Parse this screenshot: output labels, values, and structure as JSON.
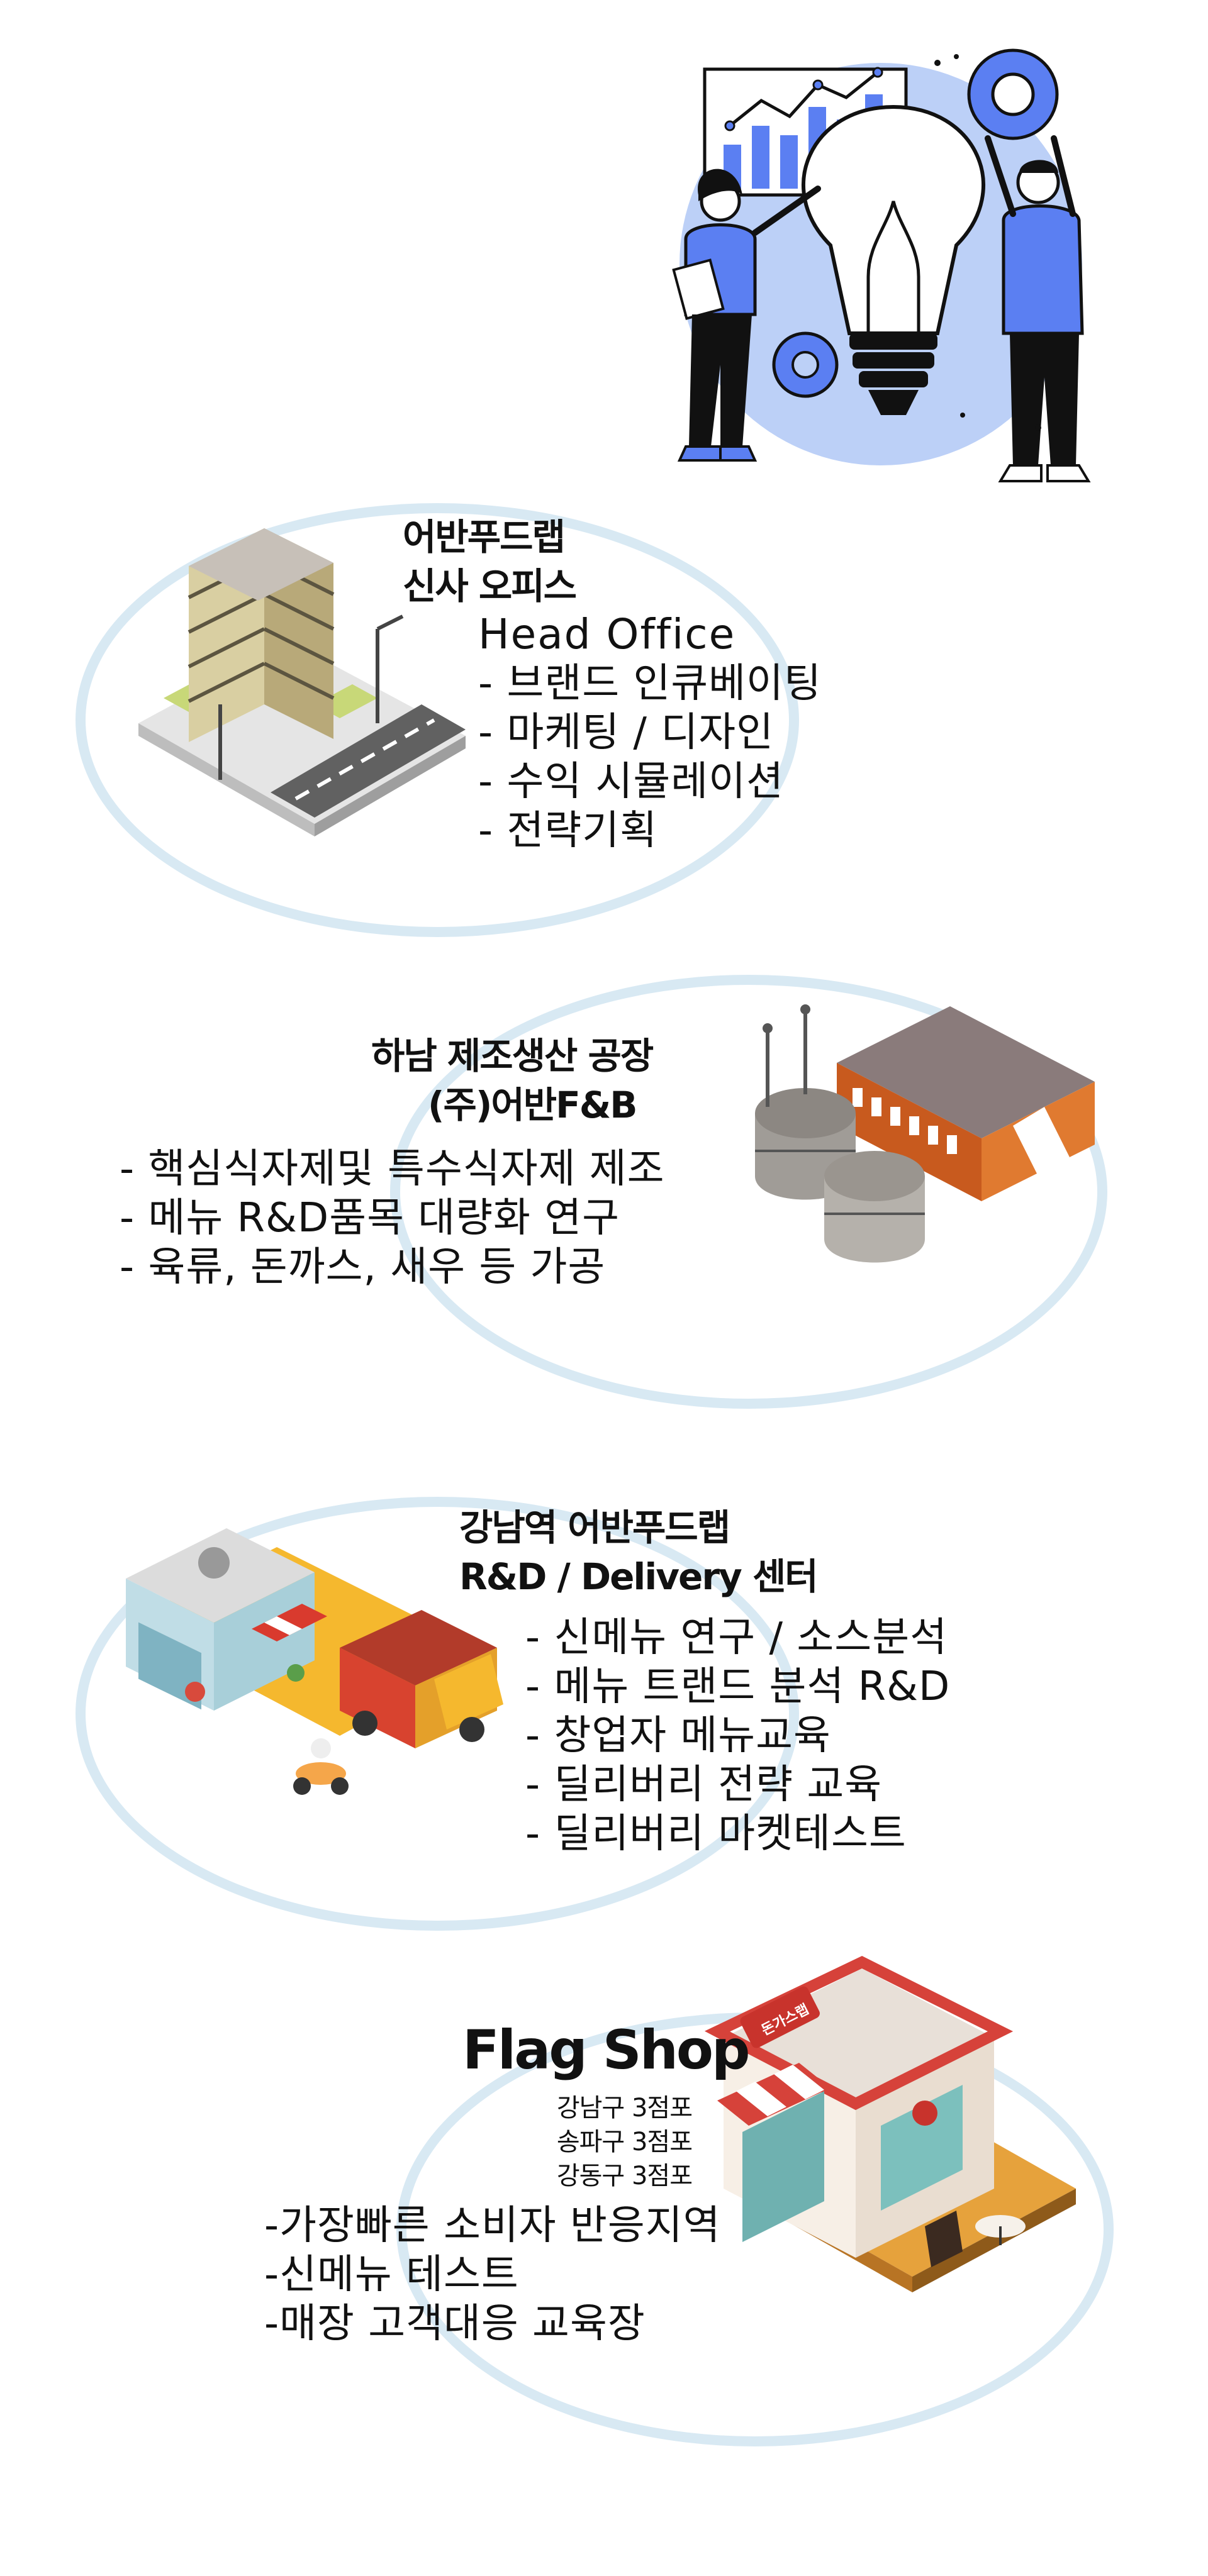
{
  "hero": {
    "illustration": "innovation-idea-lightbulb-illustration"
  },
  "office": {
    "title_line1": "어반푸드랩",
    "title_line2": "신사 오피스",
    "subtitle": "Head Office",
    "items": [
      "- 브랜드 인큐베이팅",
      "- 마케팅 / 디자인",
      "- 수익 시뮬레이션",
      "- 전략기획"
    ],
    "illustration": "office-building-icon"
  },
  "factory": {
    "title_line1": "하남 제조생산 공장",
    "title_line2": "(주)어반F&B",
    "items": [
      "- 핵심식자제및 특수식자제 제조",
      "- 메뉴 R&D품목 대량화 연구",
      "- 육류, 돈까스, 새우 등 가공"
    ],
    "illustration": "factory-tanks-icon"
  },
  "rnd": {
    "title_line1": "강남역 어반푸드랩",
    "title_line2": "R&D / Delivery 센터",
    "items": [
      "- 신메뉴 연구 / 소스분석",
      "- 메뉴 트랜드 분석 R&D",
      "- 창업자 메뉴교육",
      "- 딜리버리 전략 교육",
      "- 딜리버리 마켓테스트"
    ],
    "illustration": "store-delivery-truck-icon"
  },
  "flagshop": {
    "title": "Flag Shop",
    "branches": [
      "강남구 3점포",
      "송파구 3점포",
      "강동구 3점포"
    ],
    "items": [
      "-가장빠른 소비자 반응지역",
      "-신메뉴 테스트",
      "-매장 고객대응 교육장"
    ],
    "sign_text": "돈가스랩",
    "illustration": "flag-shop-store-icon"
  },
  "colors": {
    "ring": "#d8e9f3",
    "accent_blue": "#5b7ff2",
    "light_blue": "#bcd0f7"
  }
}
